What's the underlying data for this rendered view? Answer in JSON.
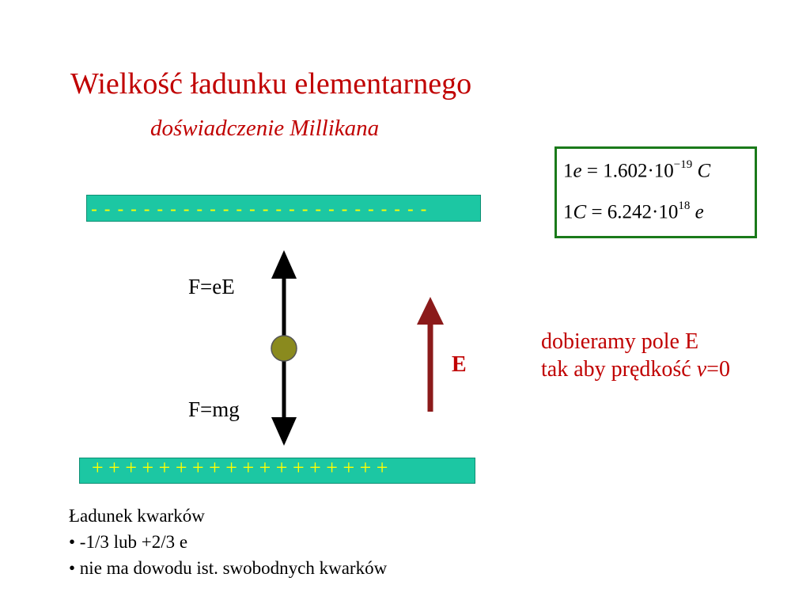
{
  "title": "Wielkość ładunku elementarnego",
  "subtitle": "doświadczenie Millikana",
  "formulas": {
    "line1": {
      "lhs_num": "1",
      "lhs_unit": "e",
      "eq": " = 1.602·10",
      "exp": "−19",
      "unit": "C"
    },
    "line2": {
      "lhs_num": "1",
      "lhs_unit": "C",
      "eq": " = 6.242·10",
      "exp": "18",
      "unit": "e"
    }
  },
  "plates": {
    "top_charges": "- - - - - - - - - - - - - - - - - - - - - - - - - -",
    "bottom_charges": "+ + + + + + + + + + + + + + + + + +"
  },
  "forces": {
    "up_label": "F=eE",
    "down_label": "F=mg"
  },
  "field_label": "E",
  "condition": {
    "line1": "dobieramy pole E",
    "line2_prefix": "tak aby prędkość ",
    "line2_var": "v",
    "line2_suffix": "=0"
  },
  "notes": {
    "heading": "Ładunek  kwarków",
    "bullets": [
      "• -1/3 lub +2/3 e",
      "• nie ma dowodu ist. swobodnych kwarków"
    ]
  },
  "colors": {
    "title": "#c00000",
    "plate_fill": "#1cc7a3",
    "charge_text": "#ffff00",
    "field_arrow": "#8b1a1a",
    "droplet": "#8a8a1e",
    "formula_border": "#1a7a1a"
  }
}
